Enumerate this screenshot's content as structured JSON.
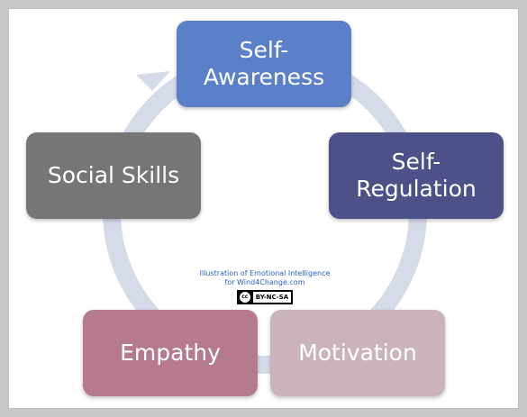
{
  "diagram": {
    "nodes": [
      {
        "id": "self-awareness",
        "label": "Self-\nAwareness",
        "color": "#5b80c8"
      },
      {
        "id": "self-regulation",
        "label": "Self-\nRegulation",
        "color": "#4e5188"
      },
      {
        "id": "motivation",
        "label": "Motivation",
        "color": "#cbb3be"
      },
      {
        "id": "empathy",
        "label": "Empathy",
        "color": "#b57b8d"
      },
      {
        "id": "social-skills",
        "label": "Social Skills",
        "color": "#767676"
      }
    ],
    "ring_color": "#d6dbea"
  },
  "credit": {
    "line1": "Illustration of Emotional Intelligence",
    "line2": "for Wind4Change.com",
    "license_symbol": "cc",
    "license_text": "BY-NC-SA"
  }
}
